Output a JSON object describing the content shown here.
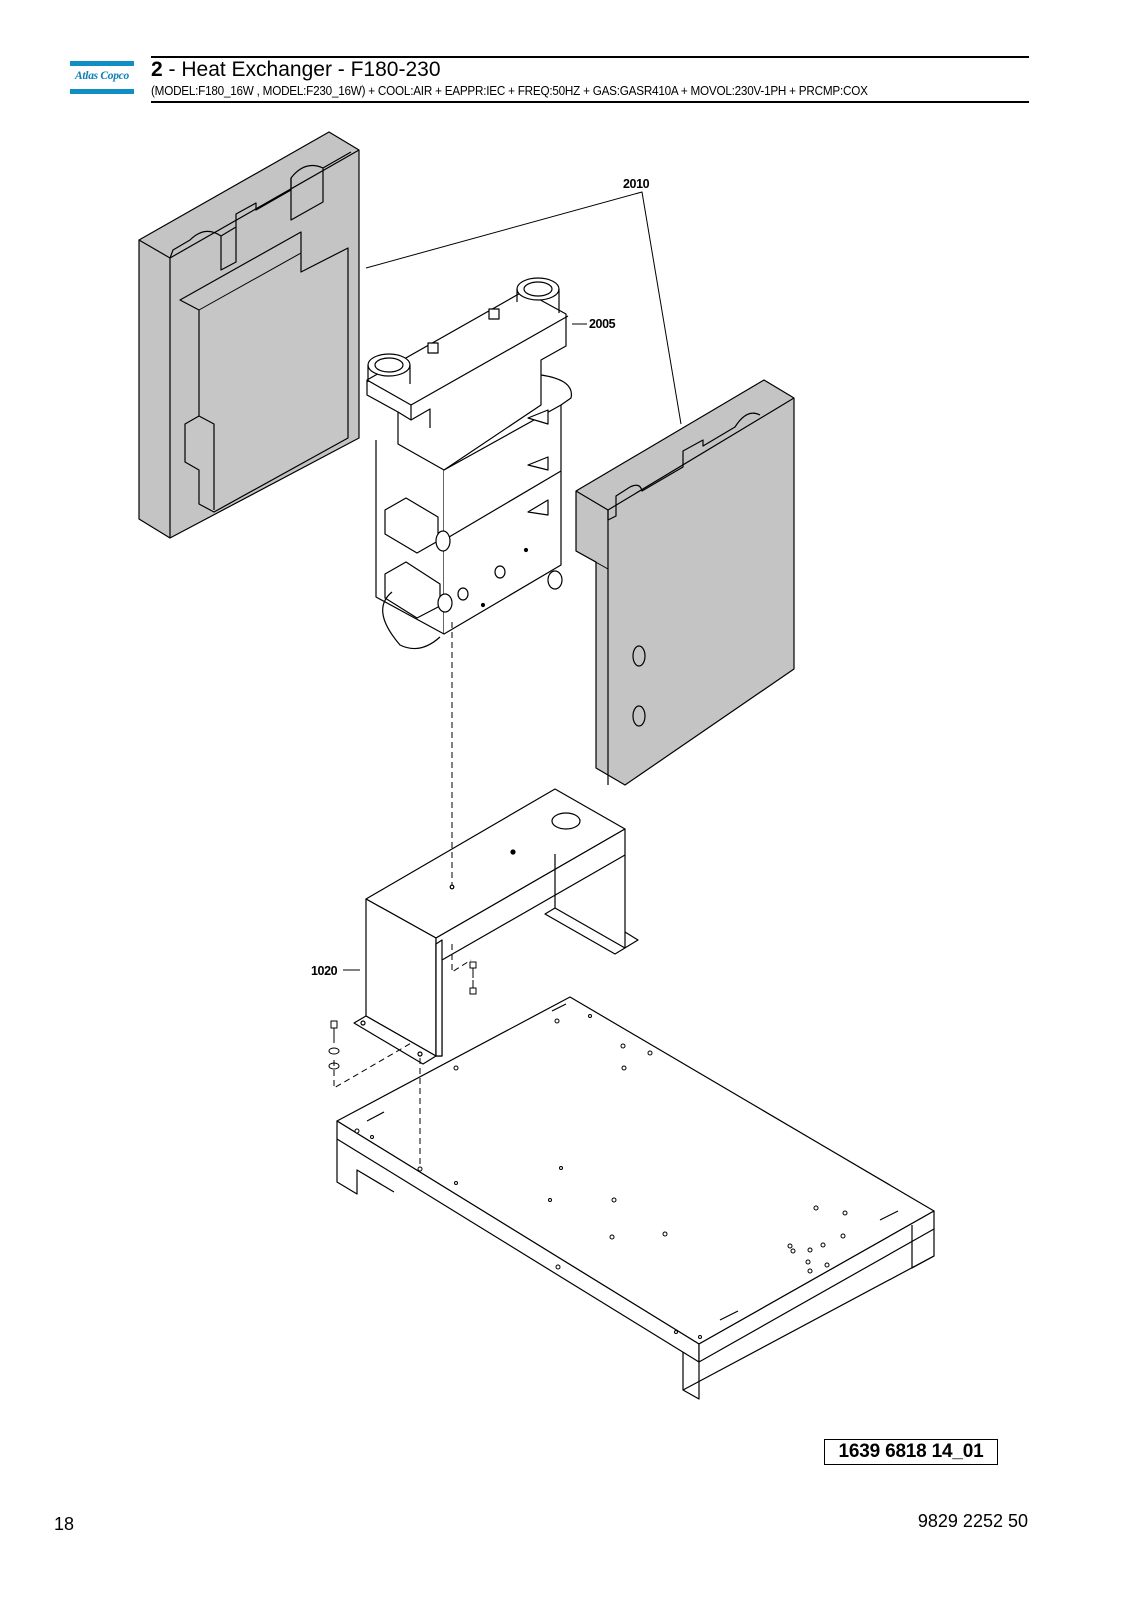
{
  "header": {
    "brand": "Atlas Copco",
    "section_number": "2",
    "section_title": " - Heat Exchanger - F180-230",
    "options": "(MODEL:F180_16W , MODEL:F230_16W) + COOL:AIR + EAPPR:IEC + FREQ:50HZ + GAS:GASR410A + MOVOL:230V-1PH + PRCMP:COX"
  },
  "drawing": {
    "callouts": {
      "insulation": "2010",
      "exchanger": "2005",
      "bracket": "1020"
    },
    "drawing_id": "1639 6818 14_01"
  },
  "footer": {
    "page_number": "18",
    "document_number": "9829 2252 50"
  },
  "colors": {
    "brand_blue": "#0f8fc4",
    "insulation_grey": "#c4c4c4"
  }
}
